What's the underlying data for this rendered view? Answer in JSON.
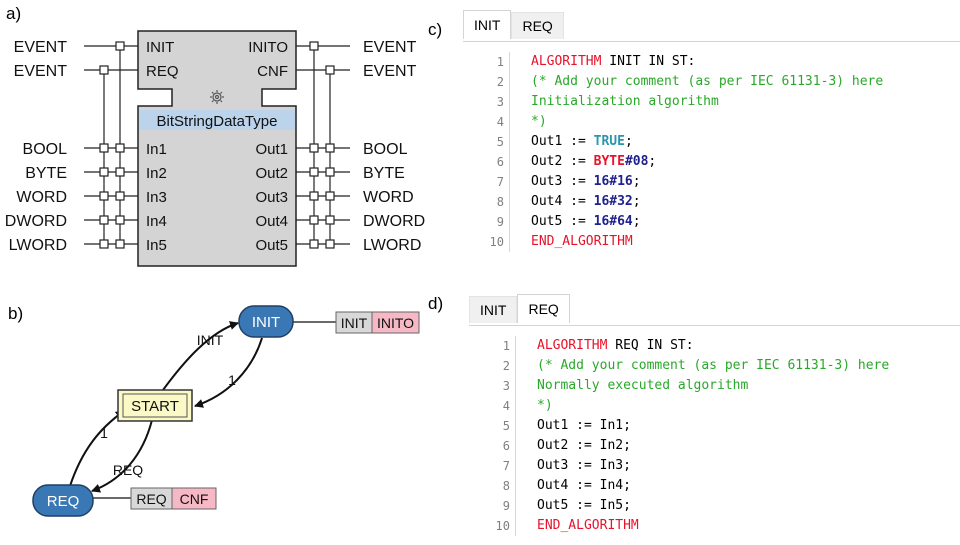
{
  "labels": {
    "a": "a)",
    "b": "b)",
    "c": "c)",
    "d": "d)"
  },
  "fb": {
    "type_name": "BitStringDataType",
    "event_inputs": [
      "INIT",
      "REQ"
    ],
    "event_outputs": [
      "INITO",
      "CNF"
    ],
    "data_inputs": [
      "In1",
      "In2",
      "In3",
      "In4",
      "In5"
    ],
    "data_outputs": [
      "Out1",
      "Out2",
      "Out3",
      "Out4",
      "Out5"
    ],
    "left_event_types": [
      "EVENT",
      "EVENT"
    ],
    "right_event_types": [
      "EVENT",
      "EVENT"
    ],
    "left_data_types": [
      "BOOL",
      "BYTE",
      "WORD",
      "DWORD",
      "LWORD"
    ],
    "right_data_types": [
      "BOOL",
      "BYTE",
      "WORD",
      "DWORD",
      "LWORD"
    ]
  },
  "ecc": {
    "states": {
      "init": "INIT",
      "start": "START",
      "req": "REQ"
    },
    "transitions": {
      "start_to_init": "INIT",
      "init_to_start": "1",
      "req_to_start": "1",
      "start_to_req": "REQ"
    },
    "actions": {
      "init": {
        "algorithm": "INIT",
        "output": "INITO"
      },
      "req": {
        "algorithm": "REQ",
        "output": "CNF"
      }
    }
  },
  "editor_c": {
    "tabs": [
      {
        "label": "INIT",
        "active": true
      },
      {
        "label": "REQ",
        "active": false
      }
    ],
    "line_numbers": [
      "1",
      "2",
      "3",
      "4",
      "5",
      "6",
      "7",
      "8",
      "9",
      "10"
    ],
    "lines": [
      [
        {
          "t": "ALGORITHM",
          "c": "kw"
        },
        {
          "t": " INIT IN ST:",
          "c": "pl"
        }
      ],
      [
        {
          "t": "(* Add your comment (as per IEC 61131-3) here",
          "c": "cm"
        }
      ],
      [
        {
          "t": "Initialization algorithm",
          "c": "cm"
        }
      ],
      [
        {
          "t": "*)",
          "c": "cm"
        }
      ],
      [
        {
          "t": "Out1 := ",
          "c": "pl"
        },
        {
          "t": "TRUE",
          "c": "bool"
        },
        {
          "t": ";",
          "c": "pl"
        }
      ],
      [
        {
          "t": "Out2 := ",
          "c": "pl"
        },
        {
          "t": "BYTE",
          "c": "typ"
        },
        {
          "t": "#08",
          "c": "num"
        },
        {
          "t": ";",
          "c": "pl"
        }
      ],
      [
        {
          "t": "Out3 := ",
          "c": "pl"
        },
        {
          "t": "16#16",
          "c": "num"
        },
        {
          "t": ";",
          "c": "pl"
        }
      ],
      [
        {
          "t": "Out4 := ",
          "c": "pl"
        },
        {
          "t": "16#32",
          "c": "num"
        },
        {
          "t": ";",
          "c": "pl"
        }
      ],
      [
        {
          "t": "Out5 := ",
          "c": "pl"
        },
        {
          "t": "16#64",
          "c": "num"
        },
        {
          "t": ";",
          "c": "pl"
        }
      ],
      [
        {
          "t": "END_ALGORITHM",
          "c": "kw"
        }
      ]
    ]
  },
  "editor_d": {
    "tabs": [
      {
        "label": "INIT",
        "active": false
      },
      {
        "label": "REQ",
        "active": true
      }
    ],
    "line_numbers": [
      "1",
      "2",
      "3",
      "4",
      "5",
      "6",
      "7",
      "8",
      "9",
      "10"
    ],
    "lines": [
      [
        {
          "t": "ALGORITHM",
          "c": "kw"
        },
        {
          "t": " REQ IN ST:",
          "c": "pl"
        }
      ],
      [
        {
          "t": "(* Add your comment (as per IEC 61131-3) here",
          "c": "cm"
        }
      ],
      [
        {
          "t": "Normally executed algorithm",
          "c": "cm"
        }
      ],
      [
        {
          "t": "*)",
          "c": "cm"
        }
      ],
      [
        {
          "t": "Out1 := In1;",
          "c": "pl"
        }
      ],
      [
        {
          "t": "Out2 := In2;",
          "c": "pl"
        }
      ],
      [
        {
          "t": "Out3 := In3;",
          "c": "pl"
        }
      ],
      [
        {
          "t": "Out4 := In4;",
          "c": "pl"
        }
      ],
      [
        {
          "t": "Out5 := In5;",
          "c": "pl"
        }
      ],
      [
        {
          "t": "END_ALGORITHM",
          "c": "kw"
        }
      ]
    ]
  }
}
